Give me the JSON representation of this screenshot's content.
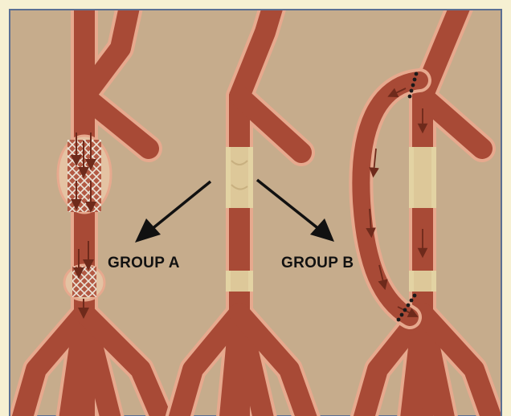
{
  "labels": {
    "group_a": "GROUP A",
    "group_b": "GROUP B"
  },
  "colors": {
    "outer_frame": "#f6f0d2",
    "panel_border": "#5b6f93",
    "background": "#c6ac8c",
    "vessel": "#a84a36",
    "vessel_edge": "#e7a98e",
    "vessel_dark": "#8c3a2a",
    "lesion": "#e3d3a3",
    "stent_mesh": "#e9e2d6",
    "arrow": "#111111",
    "flow_arrow": "#6e2a1b",
    "suture": "#1a1a1a"
  },
  "panels": [
    {
      "name": "panel-left",
      "description_icon": "stented-vessel"
    },
    {
      "name": "panel-center",
      "description_icon": "occluded-vessel"
    },
    {
      "name": "panel-right",
      "description_icon": "bypass-graft-vessel"
    }
  ]
}
